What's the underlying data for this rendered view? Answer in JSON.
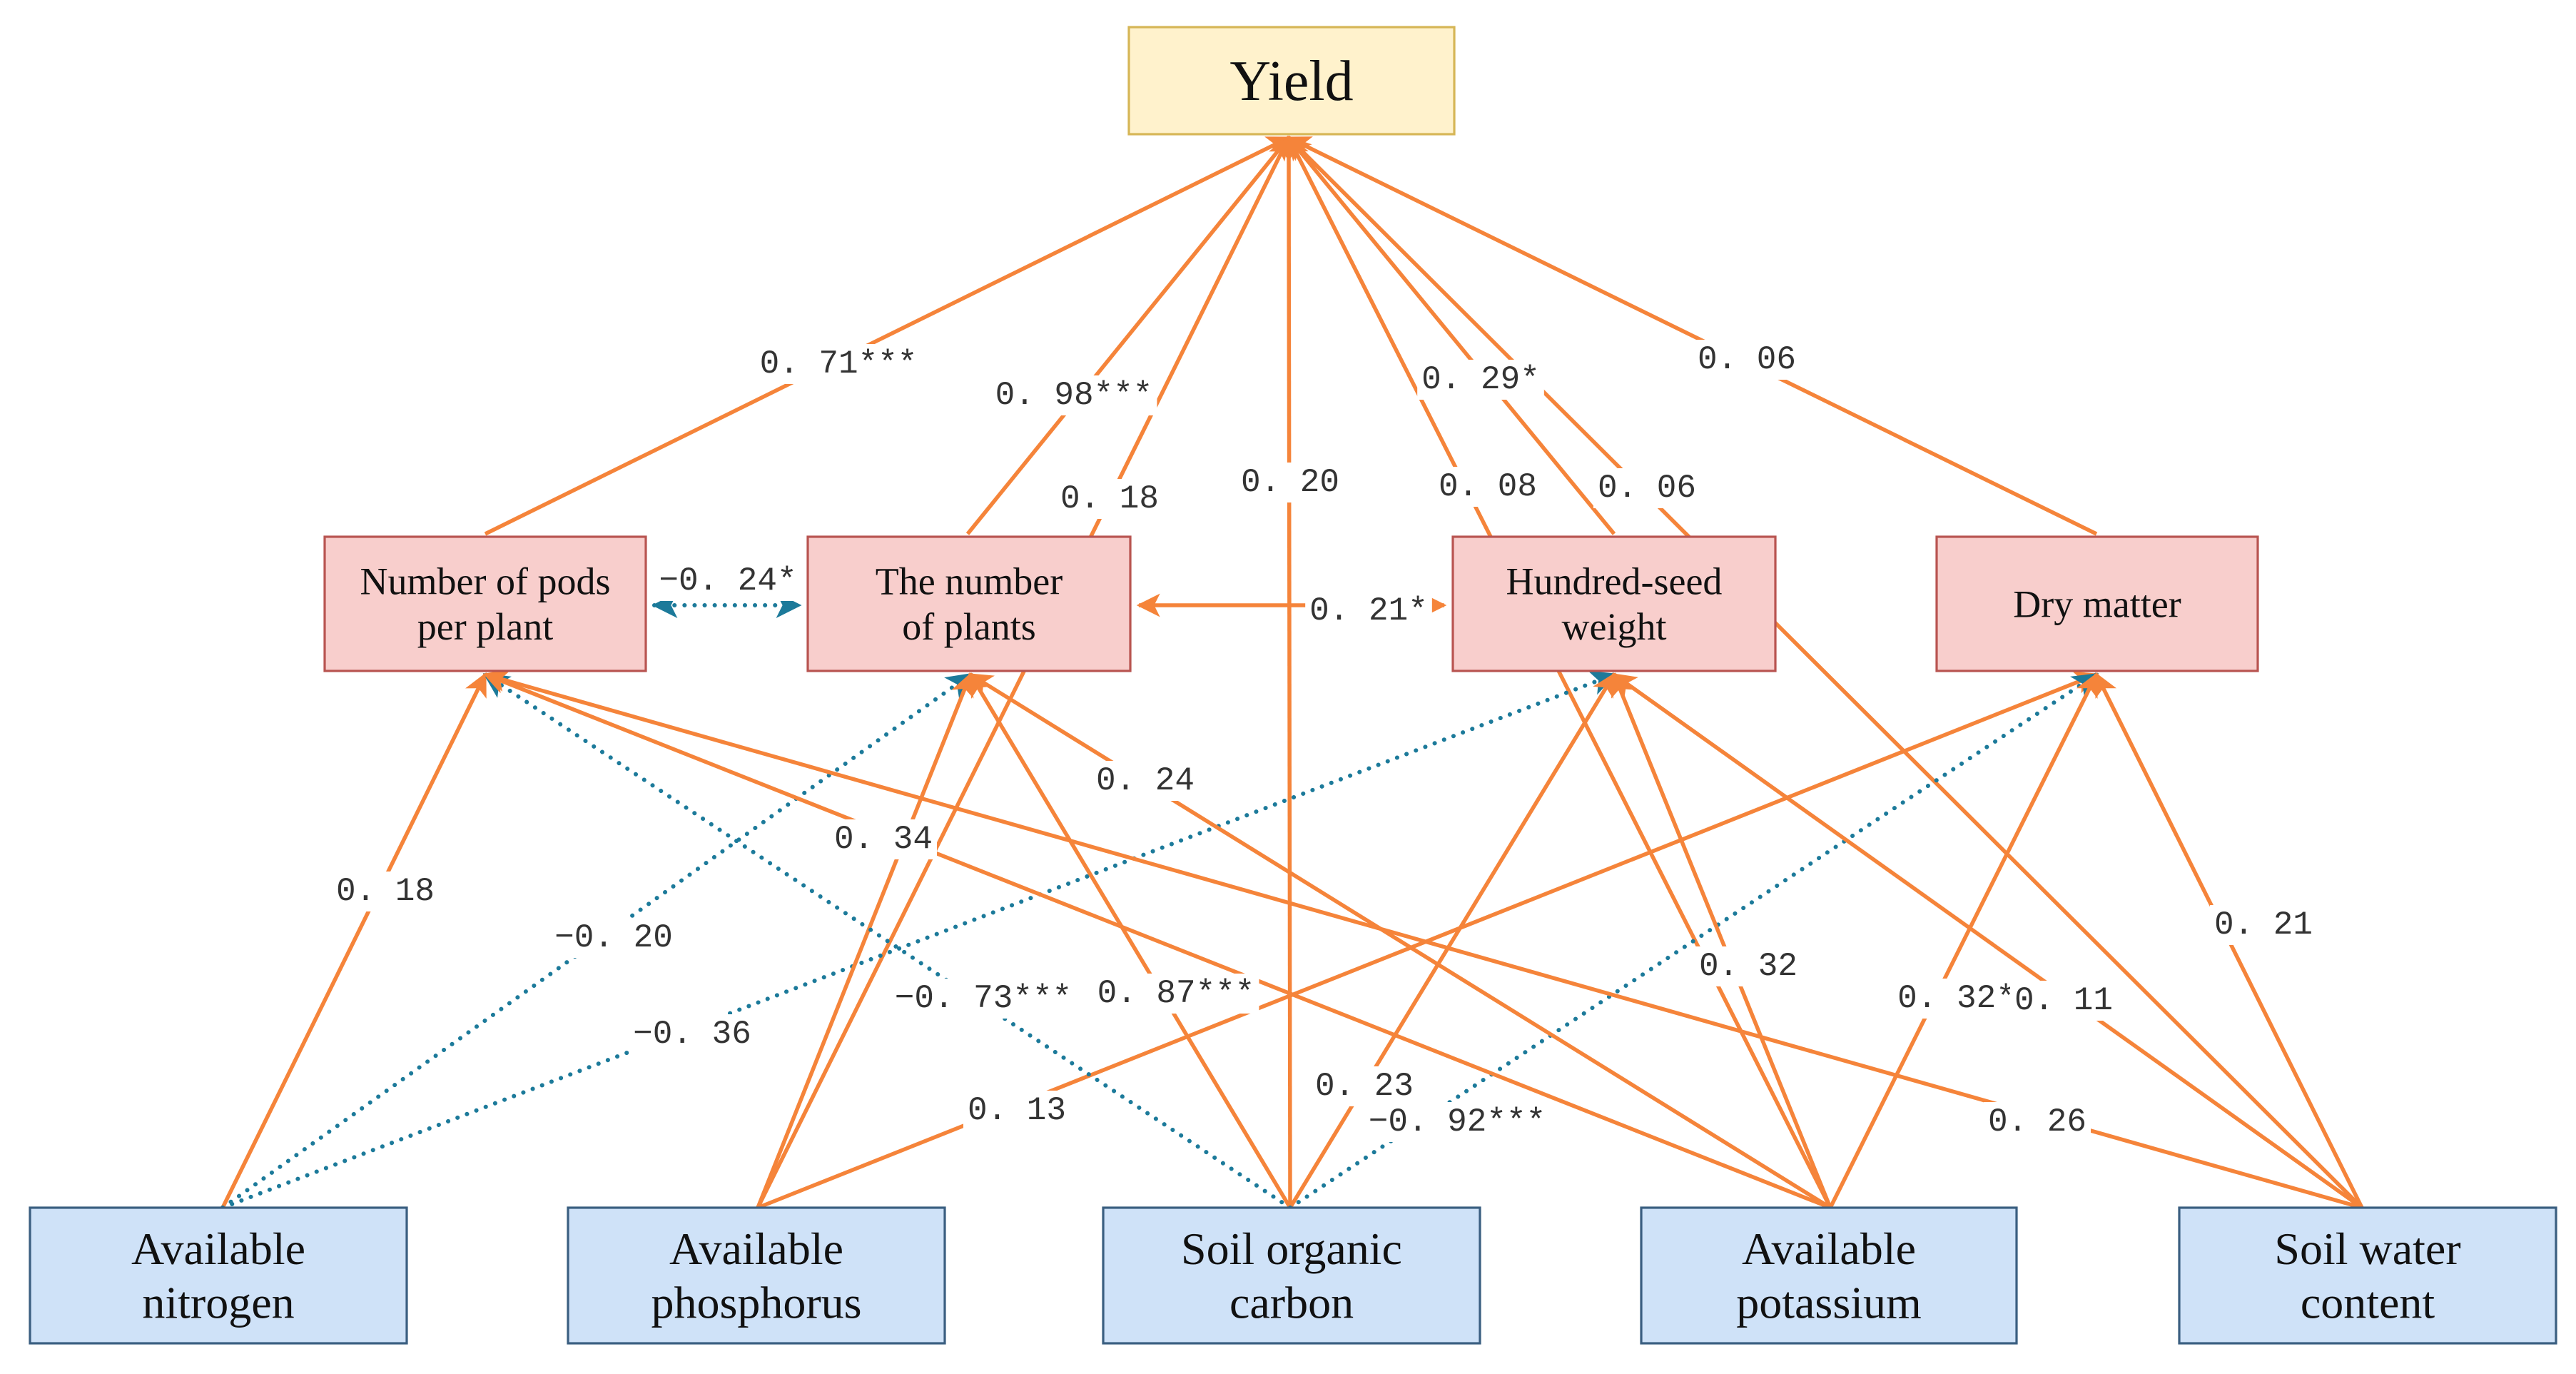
{
  "colors": {
    "positive_path": "#F5843A",
    "negative_path": "#1C7A9A",
    "yield_fill": "#FFF2CC",
    "yield_stroke": "#D6B656",
    "mediator_fill": "#F8CECC",
    "mediator_stroke": "#B85450",
    "soil_fill": "#CFE2F8",
    "soil_stroke": "#3A5E80"
  },
  "nodes": {
    "yield": {
      "lines": [
        "Yield"
      ]
    },
    "pods": {
      "lines": [
        "Number of pods",
        "per plant"
      ]
    },
    "plants": {
      "lines": [
        "The number",
        "of plants"
      ]
    },
    "hsw": {
      "lines": [
        "Hundred-seed",
        "weight"
      ]
    },
    "dm": {
      "lines": [
        "Dry matter"
      ]
    },
    "an": {
      "lines": [
        "Available",
        "nitrogen"
      ]
    },
    "ap": {
      "lines": [
        "Available",
        "phosphorus"
      ]
    },
    "soc": {
      "lines": [
        "Soil organic",
        "carbon"
      ]
    },
    "ak": {
      "lines": [
        "Available",
        "potassium"
      ]
    },
    "swc": {
      "lines": [
        "Soil water",
        "content"
      ]
    }
  },
  "paths": [
    {
      "from": "pods",
      "to": "yield",
      "label": "0. 71***",
      "sign": "positive"
    },
    {
      "from": "plants",
      "to": "yield",
      "label": "0. 98***",
      "sign": "positive"
    },
    {
      "from": "hsw",
      "to": "yield",
      "label": "0. 29*",
      "sign": "positive"
    },
    {
      "from": "dm",
      "to": "yield",
      "label": "0. 06",
      "sign": "positive"
    },
    {
      "from": "ap",
      "to": "yield",
      "label": "0. 18",
      "sign": "positive"
    },
    {
      "from": "soc",
      "to": "yield",
      "label": "0. 20",
      "sign": "positive"
    },
    {
      "from": "ak",
      "to": "yield",
      "label": "0. 08",
      "sign": "positive"
    },
    {
      "from": "swc",
      "to": "yield",
      "label": "0. 06",
      "sign": "positive"
    },
    {
      "from": "pods",
      "to": "plants",
      "label": "−0. 24*",
      "sign": "negative",
      "bidirectional": true
    },
    {
      "from": "plants",
      "to": "hsw",
      "label": "0. 21*",
      "sign": "positive",
      "bidirectional": true
    },
    {
      "from": "an",
      "to": "pods",
      "label": "0. 18",
      "sign": "positive"
    },
    {
      "from": "an",
      "to": "plants",
      "label": "−0. 20",
      "sign": "negative"
    },
    {
      "from": "an",
      "to": "hsw",
      "label": "−0. 36",
      "sign": "negative"
    },
    {
      "from": "ap",
      "to": "plants",
      "label": "",
      "sign": "positive"
    },
    {
      "from": "ap",
      "to": "dm",
      "label": "0. 13",
      "sign": "positive"
    },
    {
      "from": "soc",
      "to": "pods",
      "label": "−0. 73***",
      "sign": "negative"
    },
    {
      "from": "soc",
      "to": "plants",
      "label": "0. 87***",
      "sign": "positive"
    },
    {
      "from": "soc",
      "to": "hsw",
      "label": "0. 23",
      "sign": "positive"
    },
    {
      "from": "soc",
      "to": "dm",
      "label": "−0. 92***",
      "sign": "negative"
    },
    {
      "from": "ak",
      "to": "pods",
      "label": "0. 34",
      "sign": "positive"
    },
    {
      "from": "ak",
      "to": "plants",
      "label": "0. 24",
      "sign": "positive"
    },
    {
      "from": "ak",
      "to": "hsw",
      "label": "0. 32",
      "sign": "positive"
    },
    {
      "from": "ak",
      "to": "dm",
      "label": "0. 32*",
      "sign": "positive"
    },
    {
      "from": "swc",
      "to": "pods",
      "label": "0. 26",
      "sign": "positive"
    },
    {
      "from": "swc",
      "to": "hsw",
      "label": "0. 11",
      "sign": "positive"
    },
    {
      "from": "swc",
      "to": "dm",
      "label": "0. 21",
      "sign": "positive"
    }
  ]
}
